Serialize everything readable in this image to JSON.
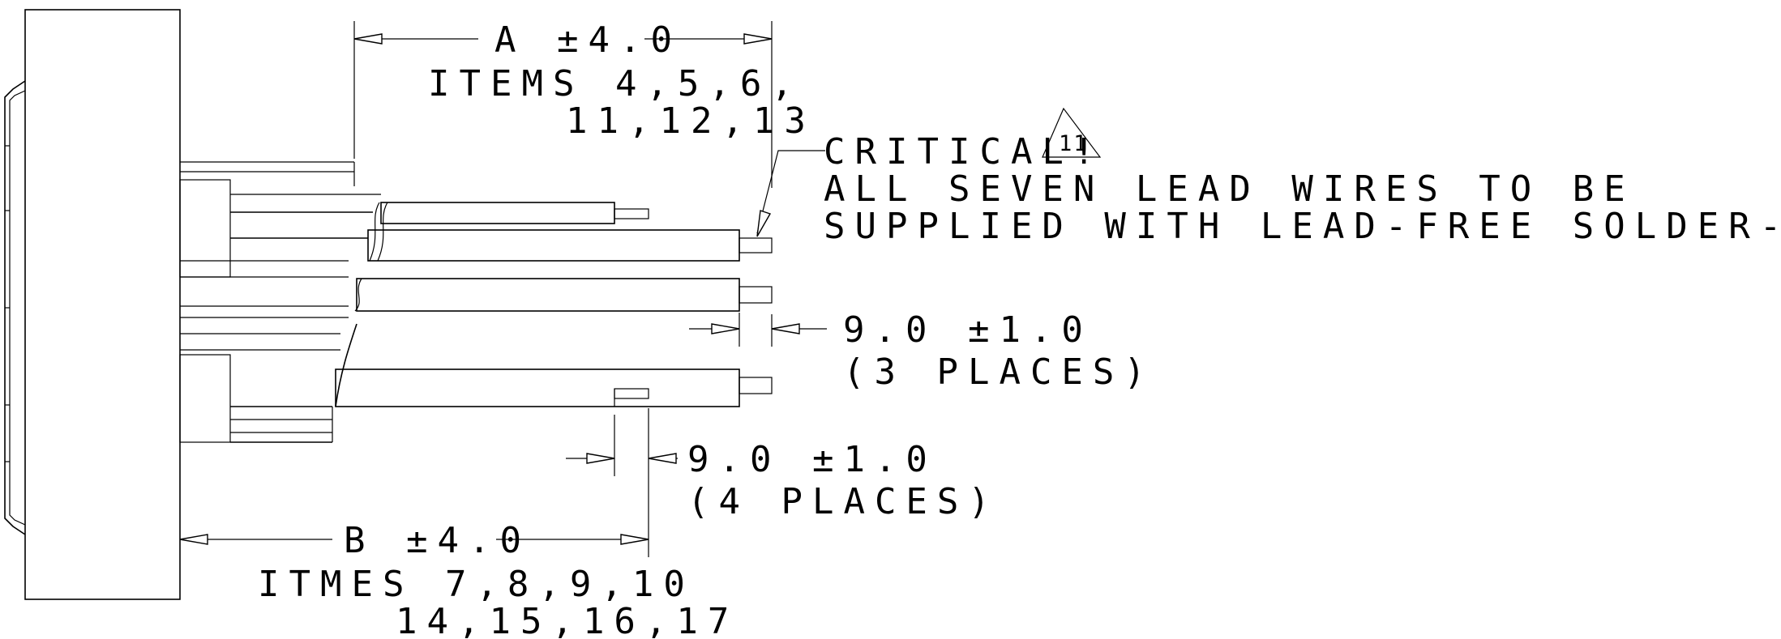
{
  "drawing": {
    "dim_a": {
      "label": "A ±4.0",
      "items_line1": "ITEMS 4,5,6,",
      "items_line2": "11,12,13"
    },
    "note": {
      "line1": "CRITICAL!",
      "triangle_ref": "11",
      "line2": "ALL SEVEN LEAD WIRES TO BE",
      "line3": "SUPPLIED WITH LEAD-FREE SOLDER-DIP FINISH"
    },
    "dim_strip_upper": {
      "value": "9.0 ±1.0",
      "places": "(3 PLACES)"
    },
    "dim_strip_lower": {
      "value": "9.0 ±1.0",
      "places": "(4 PLACES)"
    },
    "dim_b": {
      "label": "B ±4.0",
      "items_line1": "ITMES 7,8,9,10",
      "items_line2": "14,15,16,17"
    }
  }
}
